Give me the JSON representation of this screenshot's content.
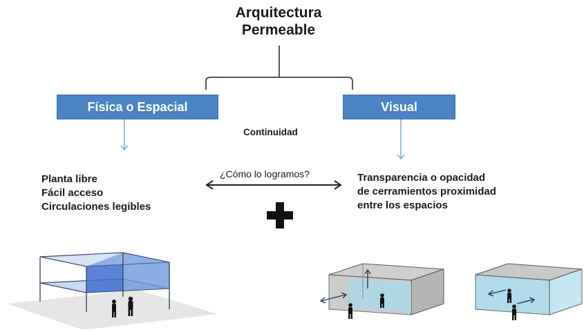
{
  "title": {
    "line1": "Arquitectura",
    "line2": "Permeable"
  },
  "left_box": {
    "label": "Física o Espacial"
  },
  "right_box": {
    "label": "Visual"
  },
  "center_label": "Continuidad",
  "question": "¿Cómo lo logramos?",
  "left_list": [
    "Planta libre",
    "Fácil acceso",
    "Circulaciones legibles"
  ],
  "right_list": [
    "Transparencia o opacidad",
    "de cerramientos proximidad",
    "entre los espacios"
  ],
  "colors": {
    "box_fill": "#4a84c4",
    "arrow": "#6a9ccf",
    "glass_blue": "#3f6fcf",
    "glass_cyan": "#a9d8e8"
  },
  "icons": {
    "plus": "plus-icon"
  }
}
